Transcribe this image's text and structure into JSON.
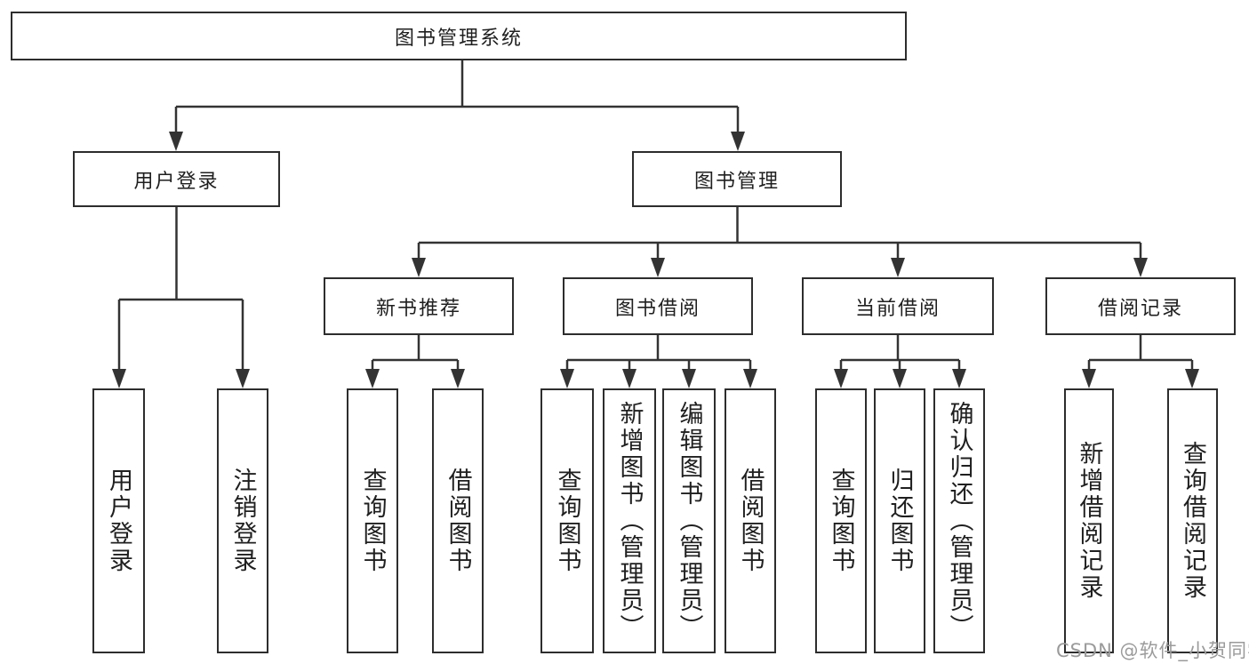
{
  "tree": {
    "root": "图书管理系统",
    "children": [
      {
        "label": "用户登录",
        "children": [
          "用户登录",
          "注销登录"
        ]
      },
      {
        "label": "图书管理",
        "children": [
          {
            "label": "新书推荐",
            "children": [
              "查询图书",
              "借阅图书"
            ]
          },
          {
            "label": "图书借阅",
            "children": [
              "查询图书",
              "新增图书（管理员）",
              "编辑图书（管理员）",
              "借阅图书"
            ]
          },
          {
            "label": "当前借阅",
            "children": [
              "查询图书",
              "归还图书",
              "确认归还（管理员）"
            ]
          },
          {
            "label": "借阅记录",
            "children": [
              "新增借阅记录",
              "查询借阅记录"
            ]
          }
        ]
      }
    ]
  },
  "watermark": "CSDN @软件_小贺同学",
  "colors": {
    "line": "#333333",
    "border": "#2d2d2d",
    "text": "#1f1f1f",
    "watermark": "#9b9b9b",
    "background": "#ffffff"
  }
}
